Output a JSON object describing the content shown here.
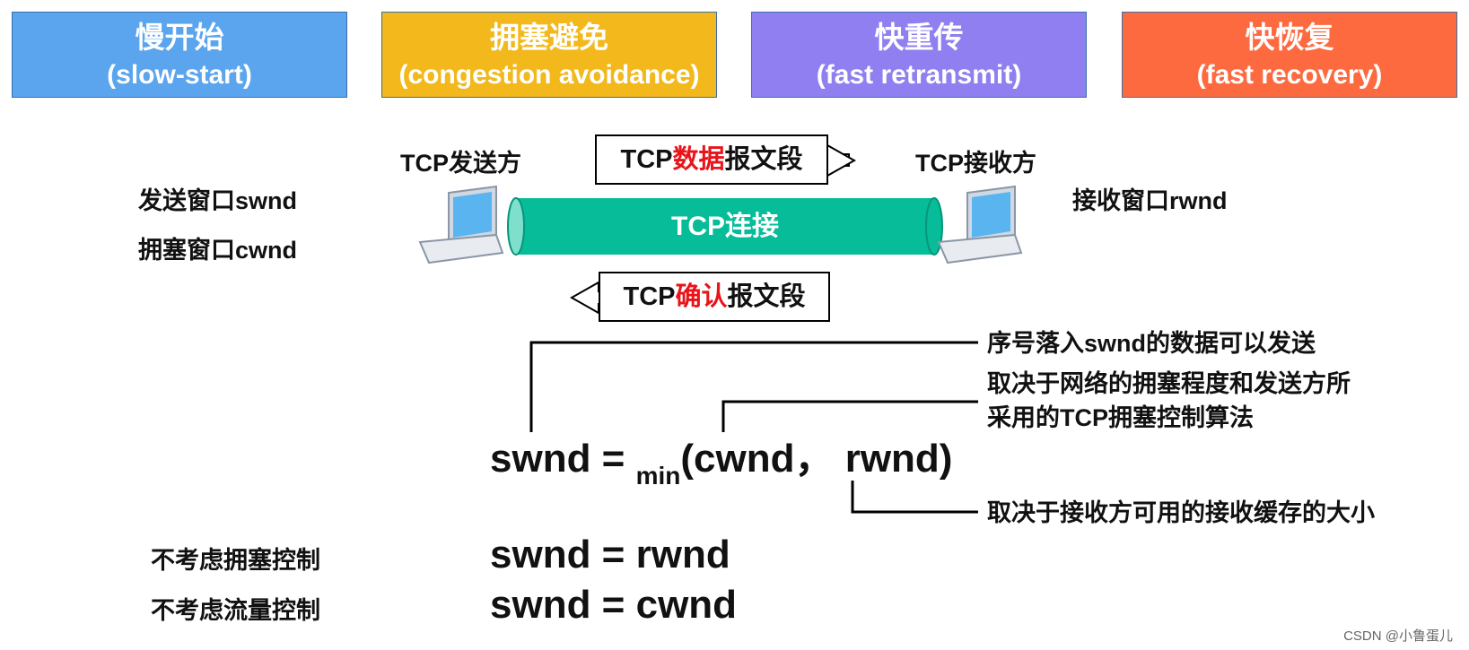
{
  "phases": [
    {
      "zh": "慢开始",
      "en": "(slow-start)",
      "color": "#5aa5ee"
    },
    {
      "zh": "拥塞避免",
      "en": "(congestion avoidance)",
      "color": "#f2b81c"
    },
    {
      "zh": "快重传",
      "en": "(fast retransmit)",
      "color": "#8f7ff0"
    },
    {
      "zh": "快恢复",
      "en": "(fast recovery)",
      "color": "#fd6a40"
    }
  ],
  "sender": {
    "title": "TCP发送方",
    "swnd": "发送窗口swnd",
    "cwnd": "拥塞窗口cwnd"
  },
  "receiver": {
    "title": "TCP接收方",
    "rwnd": "接收窗口rwnd"
  },
  "connection": {
    "label": "TCP连接",
    "color": "#07bc98"
  },
  "data_segment": {
    "prefix": "TCP",
    "highlight": "数据",
    "suffix": "报文段"
  },
  "ack_segment": {
    "prefix": "TCP",
    "highlight": "确认",
    "suffix": "报文段"
  },
  "formula": {
    "lhs": "swnd = ",
    "func": "min",
    "args": "(cwnd， rwnd)"
  },
  "notes": {
    "swnd": "序号落入swnd的数据可以发送",
    "cwnd_line1": "取决于网络的拥塞程度和发送方所",
    "cwnd_line2": "采用的TCP拥塞控制算法",
    "rwnd": "取决于接收方可用的接收缓存的大小"
  },
  "cases": [
    {
      "label": "不考虑拥塞控制",
      "formula": "swnd = rwnd"
    },
    {
      "label": "不考虑流量控制",
      "formula": "swnd = cwnd"
    }
  ],
  "watermark": "CSDN @小鲁蛋儿"
}
